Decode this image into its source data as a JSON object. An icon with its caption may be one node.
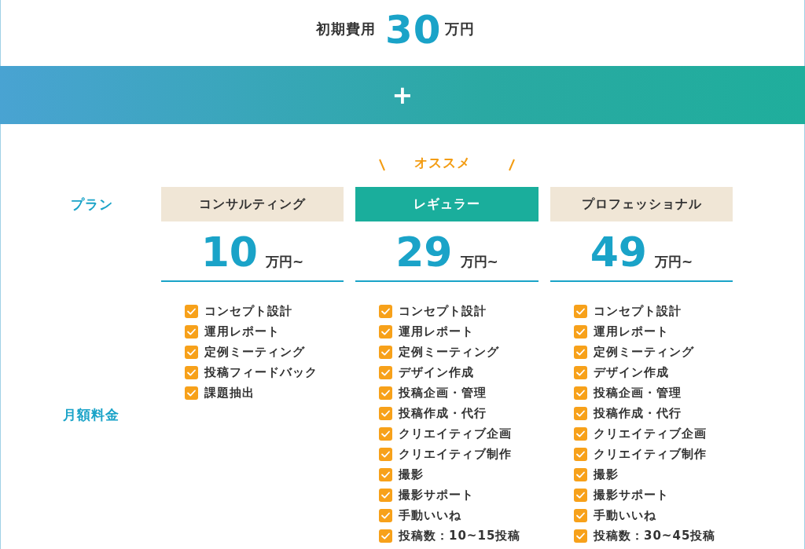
{
  "diagram": {
    "nodes": [
      {
        "text": [
          "+"
        ]
      },
      {
        "text": [
          "コンサルティング"
        ],
        "beside": [
          "10",
          "万円~",
          "コンセプト設計",
          "運用レポート",
          "定例ミーティング",
          "投稿フィードバック",
          "課題抽出"
        ]
      },
      {
        "text": [
          "レギュラー"
        ],
        "beside": [
          "29",
          "万円~",
          "コンセプト設計",
          "運用レポート",
          "定例ミーティング",
          "デザイン作成",
          "投稿企画・管理",
          "投稿作成・代行",
          "クリエイティブ企画",
          "クリエイティブ制作",
          "撮影",
          "撮影サポート",
          "手動いいね",
          "投稿数：10~15投稿"
        ]
      },
      {
        "text": [
          "プロフェッショナル"
        ],
        "beside": [
          "49",
          "万円~",
          "コンセプト設計",
          "運用レポート",
          "定例ミーティング",
          "デザイン作成",
          "投稿企画・管理",
          "投稿作成・代行",
          "クリエイティブ企画",
          "クリエイティブ制作",
          "撮影",
          "撮影サポート",
          "手動いいね",
          "投稿数：30~45投稿"
        ]
      }
    ],
    "labels": [
      "初期費用",
      "30",
      "万円",
      "オススメ",
      "プラン",
      "月額料金"
    ]
  }
}
